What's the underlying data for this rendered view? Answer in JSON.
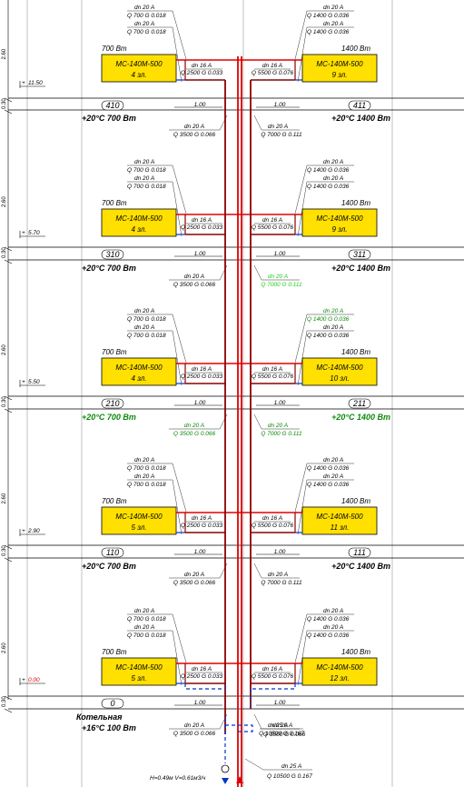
{
  "floors": [
    {
      "rooms": [
        {
          "name": "MC-140M-500",
          "sections": "4 зл.",
          "power": "700 Вт"
        },
        {
          "name": "MC-140M-500",
          "sections": "9 зл.",
          "power": "1400 Вт"
        }
      ],
      "labels_left": [
        "dn 20 A",
        "Q 700  G 0.018",
        "dn 20 A",
        "Q 700  G 0.018"
      ],
      "labels_right": [
        "dn 20 A",
        "Q 1400  G 0.036",
        "dn 20 A",
        "Q 1400  G 0.036"
      ],
      "mid_left": [
        "dn 16 A",
        "Q 2500  G 0.033"
      ],
      "mid_right": [
        "dn 16 A",
        "Q 5500  G 0.076"
      ],
      "level": "11.50",
      "room_left": "410",
      "room_right": "411",
      "temp_left": "+20°C 700 Вт",
      "temp_right": "+20°C 1400 Вт",
      "riser_left": [
        "dn 20 A",
        "Q 3500  G 0.066"
      ],
      "riser_right": [
        "dn 20 A",
        "Q 7000  G 0.111"
      ],
      "dist": "1.00"
    },
    {
      "rooms": [
        {
          "name": "MC-140M-500",
          "sections": "4 зл.",
          "power": "700 Вт"
        },
        {
          "name": "MC-140M-500",
          "sections": "9 зл.",
          "power": "1400 Вт"
        }
      ],
      "labels_left": [
        "dn 20 A",
        "Q 700  G 0.018",
        "dn 20 A",
        "Q 700  G 0.018"
      ],
      "labels_right": [
        "dn 20 A",
        "Q 1400  G 0.036",
        "dn 20 A",
        "Q 1400  G 0.036"
      ],
      "mid_left": [
        "dn 16 A",
        "Q 2500  G 0.033"
      ],
      "mid_right": [
        "dn 16 A",
        "Q 5500  G 0.076"
      ],
      "level": "5.70",
      "room_left": "310",
      "room_right": "311",
      "temp_left": "+20°C 700 Вт",
      "temp_right": "+20°C 1400 Вт",
      "riser_left": [
        "dn 20 A",
        "Q 3500  G 0.066"
      ],
      "riser_right": [
        "dn 20 A",
        "Q 7000  G 0.111"
      ],
      "dist": "1.00"
    },
    {
      "rooms": [
        {
          "name": "MC-140M-500",
          "sections": "4 зл.",
          "power": "700 Вт"
        },
        {
          "name": "MC-140M-500",
          "sections": "10 зл.",
          "power": "1400 Вт"
        }
      ],
      "labels_left": [
        "dn 20 A",
        "Q 700  G 0.018",
        "dn 20 A",
        "Q 700  G 0.018"
      ],
      "labels_right": [
        "dn 20 A",
        "Q 1400  G 0.036",
        "dn 20 A",
        "Q 1400  G 0.036"
      ],
      "mid_left": [
        "dn 16 A",
        "Q 2500  G 0.033"
      ],
      "mid_right": [
        "dn 16 A",
        "Q 5500  G 0.076"
      ],
      "level": "5.50",
      "room_left": "210",
      "room_right": "211",
      "temp_left": "+20°C 700 Вт",
      "temp_right": "+20°C 1400 Вт",
      "riser_left": [
        "dn 20 A",
        "Q 3500  G 0.066"
      ],
      "riser_right": [
        "dn 20 A",
        "Q 7000  G 0.111"
      ],
      "dist": "1.00"
    },
    {
      "rooms": [
        {
          "name": "MC-140M-500",
          "sections": "5 зл.",
          "power": "700 Вт"
        },
        {
          "name": "MC-140M-500",
          "sections": "11 зл.",
          "power": "1400 Вт"
        }
      ],
      "labels_left": [
        "dn 20 A",
        "Q 700  G 0.018",
        "dn 20 A",
        "Q 700  G 0.018"
      ],
      "labels_right": [
        "dn 20 A",
        "Q 1400  G 0.036",
        "dn 20 A",
        "Q 1400  G 0.036"
      ],
      "mid_left": [
        "dn 16 A",
        "Q 2500  G 0.033"
      ],
      "mid_right": [
        "dn 16 A",
        "Q 5500  G 0.076"
      ],
      "level": "2.90",
      "room_left": "110",
      "room_right": "111",
      "temp_left": "+20°C 700 Вт",
      "temp_right": "+20°C 1400 Вт",
      "riser_left": [
        "dn 20 A",
        "Q 3500  G 0.066"
      ],
      "riser_right": [
        "dn 20 A",
        "Q 7000  G 0.111"
      ],
      "dist": "1.00"
    },
    {
      "rooms": [
        {
          "name": "MC-140M-500",
          "sections": "5 зл.",
          "power": "700 Вт"
        },
        {
          "name": "MC-140M-500",
          "sections": "12 зл.",
          "power": "1400 Вт"
        }
      ],
      "labels_left": [
        "dn 20 A",
        "Q 700  G 0.018",
        "dn 20 A",
        "Q 700  G 0.018"
      ],
      "labels_right": [
        "dn 20 A",
        "Q 1400  G 0.036",
        "dn 20 A",
        "Q 1400  G 0.036"
      ],
      "mid_left": [
        "dn 16 A",
        "Q 2500  G 0.033"
      ],
      "mid_right": [
        "dn 16 A",
        "Q 5500  G 0.076"
      ],
      "level": "0.00",
      "room_left": "0",
      "room_right": "",
      "temp_left": "Котельная",
      "temp_right": "+16°C 100 Вт",
      "riser_left": [
        "dn 20 A",
        "Q 3500  G 0.066"
      ],
      "riser_right": [
        "dn 25 A",
        "Q 10500  G 0.167"
      ],
      "dist": "1.00"
    }
  ],
  "heights": [
    "2.60",
    "2.60",
    "2.60",
    "2.60",
    "2.60"
  ],
  "slab": "0.30",
  "pump": "H=0.49м  V=0.61м3/ч",
  "colors": {
    "supply": "#e00000",
    "return": "#8b0000",
    "cold": "#0033cc",
    "radiator": "#ffe000",
    "green": "#0a8a0a",
    "lime": "#22cc22"
  }
}
